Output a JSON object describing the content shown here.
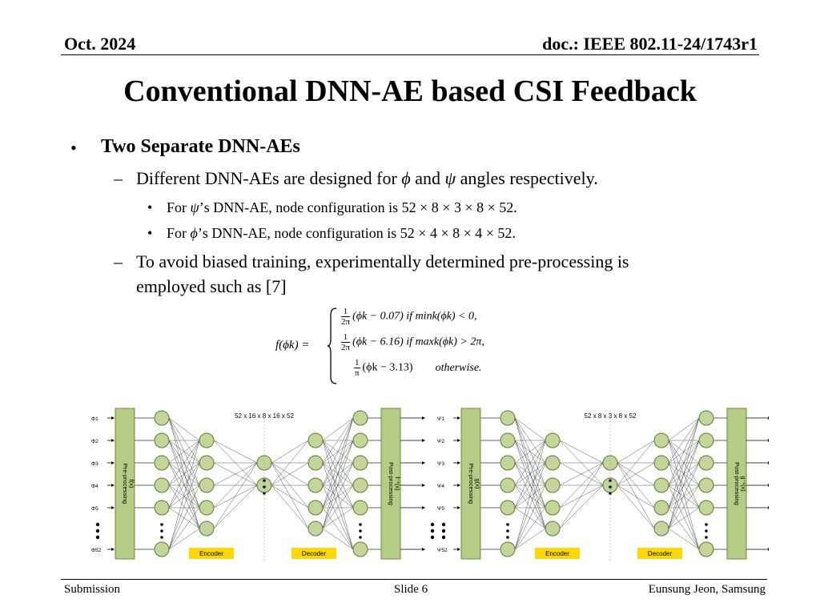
{
  "header": {
    "date": "Oct. 2024",
    "doc": "doc.: IEEE 802.11-24/1743r1"
  },
  "title": "Conventional DNN-AE based CSI Feedback",
  "bullets": {
    "b1": "Two Separate DNN-AEs",
    "s1_a": "Different DNN-AEs are designed for ",
    "s1_phi": "ϕ",
    "s1_b": " and ",
    "s1_psi": "ψ",
    "s1_c": " angles respectively.",
    "t1_a": "For ",
    "t1_sym": "ψ",
    "t1_b": "’s DNN-AE,  node configuration is 52 × 8 × 3 × 8 × 52.",
    "t2_a": "For ",
    "t2_sym": "ϕ",
    "t2_b": "’s DNN-AE,  node configuration is 52 × 4 × 8 × 4 × 52.",
    "s2_line1": "To avoid biased training, experimentally determined pre-processing is",
    "s2_line2": "employed such as [7]"
  },
  "formula": {
    "lhs": "f(ϕk) =",
    "frac_2pi_num": "1",
    "frac_2pi_den": "2π",
    "frac_pi_num": "1",
    "frac_pi_den": "π",
    "case1": "(ϕk − 0.07) if mink(ϕk) < 0,",
    "case2": "(ϕk − 6.16) if maxk(ϕk) > 2π,",
    "case3_expr": "(ϕk − 3.13)",
    "case3_cond": "otherwise."
  },
  "diagram_left": {
    "config": "52 x 16 x 8 x 16 x 52",
    "pre_label_1": "Pre-processing",
    "pre_label_2": "f(x)",
    "post_label_1": "Post-processing",
    "post_label_2": "f⁻¹(x)",
    "encoder": "Encoder",
    "decoder": "Decoder",
    "inputs": [
      "Φ1",
      "Φ2",
      "Φ3",
      "Φ4",
      "Φ5",
      "Φ52"
    ]
  },
  "diagram_right": {
    "config": "52 x 8 x 3 x 8 x 52",
    "pre_label_1": "Pre-processing",
    "pre_label_2": "g(x)",
    "post_label_1": "Post-processing",
    "post_label_2": "g⁻¹(x)",
    "encoder": "Encoder",
    "decoder": "Decoder",
    "inputs": [
      "Ψ1",
      "Ψ2",
      "Ψ3",
      "Ψ4",
      "Ψ5",
      "Ψ52"
    ]
  },
  "colors": {
    "box_fill": "#b5cc84",
    "box_stroke": "#6f8a3c",
    "node_fill": "#c2d69b",
    "node_stroke": "#5f7a2e",
    "label_fill": "#ffd700"
  },
  "footer": {
    "left": "Submission",
    "center": "Slide 6",
    "right": "Eunsung Jeon, Samsung"
  }
}
